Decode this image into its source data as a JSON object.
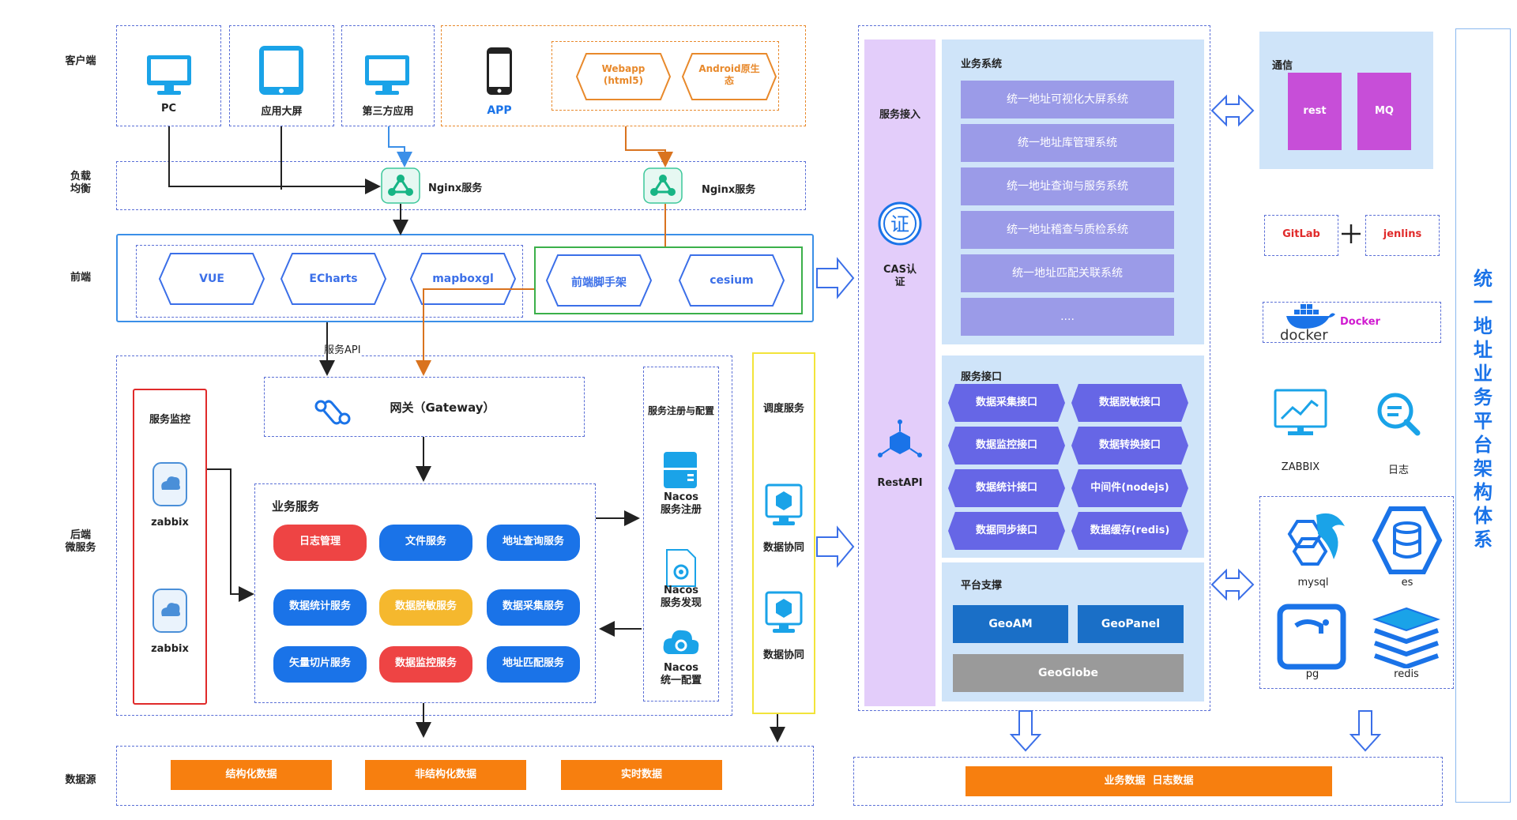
{
  "rows": {
    "client": "客户端",
    "lb": "负载\n均衡",
    "frontend": "前端",
    "backend": "后端\n微服务",
    "datasource": "数据源"
  },
  "clients": {
    "pc": "PC",
    "bigscreen": "应用大屏",
    "thirdparty": "第三方应用",
    "app": "APP",
    "webapp": "Webapp\n(html5)",
    "android": "Android原生\n态"
  },
  "nginx": {
    "left": "Nginx服务",
    "right": "Nginx服务"
  },
  "frontend": {
    "items": [
      "VUE",
      "ECharts",
      "mapboxgl"
    ],
    "green_items": [
      "前端脚手架",
      "cesium"
    ]
  },
  "edge_label_api": "服务API",
  "backend": {
    "monitor_title": "服务监控",
    "monitor_items": [
      "zabbix",
      "zabbix"
    ],
    "gateway": "网关（Gateway）",
    "biz_title": "业务服务",
    "services": [
      {
        "label": "日志管理",
        "color": "#ee4444"
      },
      {
        "label": "文件服务",
        "color": "#1a73e8"
      },
      {
        "label": "地址查询服务",
        "color": "#1a73e8"
      },
      {
        "label": "数据统计服务",
        "color": "#1a73e8"
      },
      {
        "label": "数据脱敏服务",
        "color": "#f5b82e"
      },
      {
        "label": "数据采集服务",
        "color": "#1a73e8"
      },
      {
        "label": "矢量切片服务",
        "color": "#1a73e8"
      },
      {
        "label": "数据监控服务",
        "color": "#ee4444"
      },
      {
        "label": "地址匹配服务",
        "color": "#1a73e8"
      }
    ],
    "registry_title": "服务注册与配置",
    "registry_items": [
      "Nacos\n服务注册",
      "Nacos\n服务发现",
      "Nacos\n统一配置"
    ],
    "schedule_title": "调度服务",
    "schedule_items": [
      "数据协同",
      "数据协同"
    ]
  },
  "datasources": [
    "结构化数据",
    "非结构化数据",
    "实时数据"
  ],
  "center": {
    "access_title": "服务接入",
    "cas": "CAS认\n证",
    "restapi": "RestAPI",
    "biz_sys_title": "业务系统",
    "biz_systems": [
      "统一地址可视化大屏系统",
      "统一地址库管理系统",
      "统一地址查询与服务系统",
      "统一地址稽查与质检系统",
      "统一地址匹配关联系统",
      "...."
    ],
    "iface_title": "服务接口",
    "interfaces": [
      "数据采集接口",
      "数据脱敏接口",
      "数据监控接口",
      "数据转换接口",
      "数据统计接口",
      "中间件(nodejs)",
      "数据同步接口",
      "数据缓存(redis)"
    ],
    "platform_title": "平台支撑",
    "platform": [
      "GeoAM",
      "GeoPanel",
      "GeoGlobe"
    ],
    "bottom_bar": "业务数据  日志数据"
  },
  "right": {
    "comm_title": "通信",
    "comm_items": [
      "rest",
      "MQ"
    ],
    "gitlab": "GitLab",
    "jenkins": "jenlins",
    "docker_logo": "docker",
    "docker": "Docker",
    "zabbix": "ZABBIX",
    "log": "日志",
    "dbs": [
      "mysql",
      "es",
      "pg",
      "redis"
    ],
    "vertical_title": "统一地址业务平台架构体系"
  },
  "colors": {
    "dash_blue": "#5a6fd6",
    "orange": "#f77f0f",
    "purple_box": "#9b9be8",
    "lilac_panel": "#e3cdfa",
    "light_blue_panel": "#cfe4f9"
  }
}
